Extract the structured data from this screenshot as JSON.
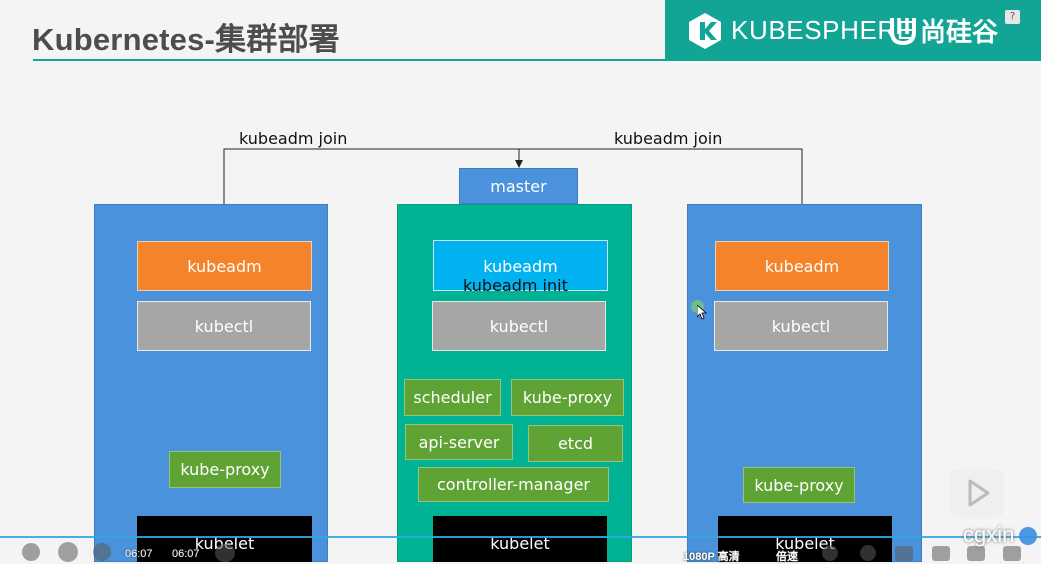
{
  "header": {
    "title": "Kubernetes-集群部署",
    "brand_name": "KUBESPHERE",
    "partner_name": "尚硅谷",
    "help": "?"
  },
  "diagram": {
    "connector_left": "kubeadm join",
    "connector_right": "kubeadm join",
    "master_tab": "master",
    "left_node": {
      "kubeadm": "kubeadm",
      "kubectl": "kubectl",
      "kube_proxy": "kube-proxy",
      "kubelet": "kubelet"
    },
    "master_node": {
      "kubeadm": "kubeadm",
      "kubeadm_init": "kubeadm init",
      "kubectl": "kubectl",
      "scheduler": "scheduler",
      "kube_proxy": "kube-proxy",
      "api_server": "api-server",
      "etcd": "etcd",
      "controller_manager": "controller-manager",
      "kubelet": "kubelet"
    },
    "right_node": {
      "kubeadm": "kubeadm",
      "kubectl": "kubectl",
      "kube_proxy": "kube-proxy",
      "kubelet": "kubelet"
    }
  },
  "player": {
    "time_current": "06:07",
    "time_total": "06:07",
    "quality": "1080P 高清",
    "speed": "倍速",
    "watermark": "cgxin"
  },
  "colors": {
    "teal": "#12a596",
    "worker_blue": "#4a92dc",
    "master_green": "#00b395",
    "orange": "#f5832a",
    "gray": "#a6a6a6",
    "cyan": "#00b2f0",
    "component_green": "#5fa335"
  }
}
